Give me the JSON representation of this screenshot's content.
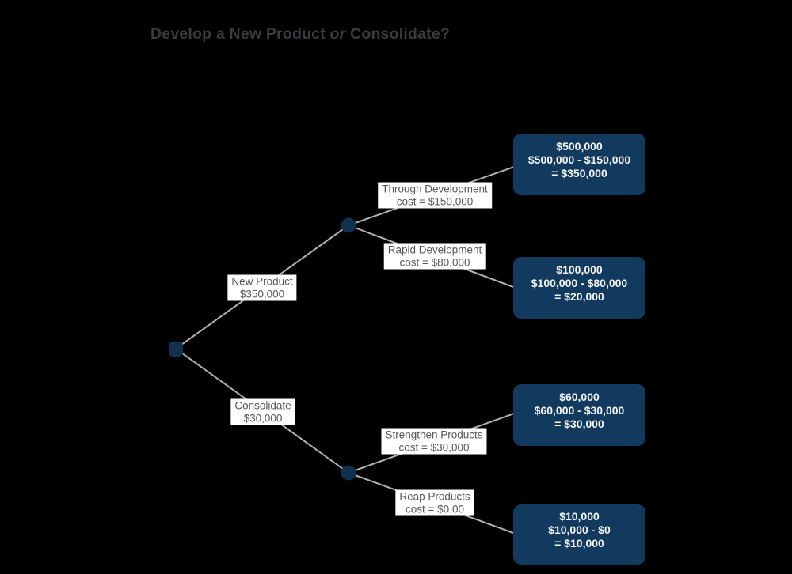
{
  "title": {
    "part1": "Develop a New Product ",
    "part2": "or",
    "part3": " Consolidate?"
  },
  "tree": {
    "type": "decision-tree",
    "root_node": "decision",
    "chance_nodes": [
      "chance-top",
      "chance-bottom"
    ],
    "branches": [
      {
        "label": "New Product",
        "sublabel": "$350,000"
      },
      {
        "label": "Consolidate",
        "sublabel": "$30,000"
      },
      {
        "label": "Through Development",
        "sublabel": "cost = $150,000"
      },
      {
        "label": "Rapid Development",
        "sublabel": "cost = $80,000"
      },
      {
        "label": "Strengthen Products",
        "sublabel": "cost = $30,000"
      },
      {
        "label": "Reap Products",
        "sublabel": "cost = $0.00"
      }
    ],
    "outcomes": [
      {
        "line1": "$500,000",
        "line2": "$500,000 - $150,000",
        "line3": "= $350,000"
      },
      {
        "line1": "$100,000",
        "line2": "$100,000 - $80,000",
        "line3": "= $20,000"
      },
      {
        "line1": "$60,000",
        "line2": "$60,000 - $30,000",
        "line3": "= $30,000"
      },
      {
        "line1": "$10,000",
        "line2": "$10,000 - $0",
        "line3": "= $10,000"
      }
    ]
  },
  "colors": {
    "background": "#000000",
    "title_text": "#3b3b3d",
    "edge_line": "#b0b0b0",
    "node_fill": "#12304e",
    "outcome_box_fill": "#123a5e",
    "outcome_box_text": "#f5f5f5",
    "branch_label_bg": "#ffffff",
    "branch_label_text": "#58585a"
  }
}
